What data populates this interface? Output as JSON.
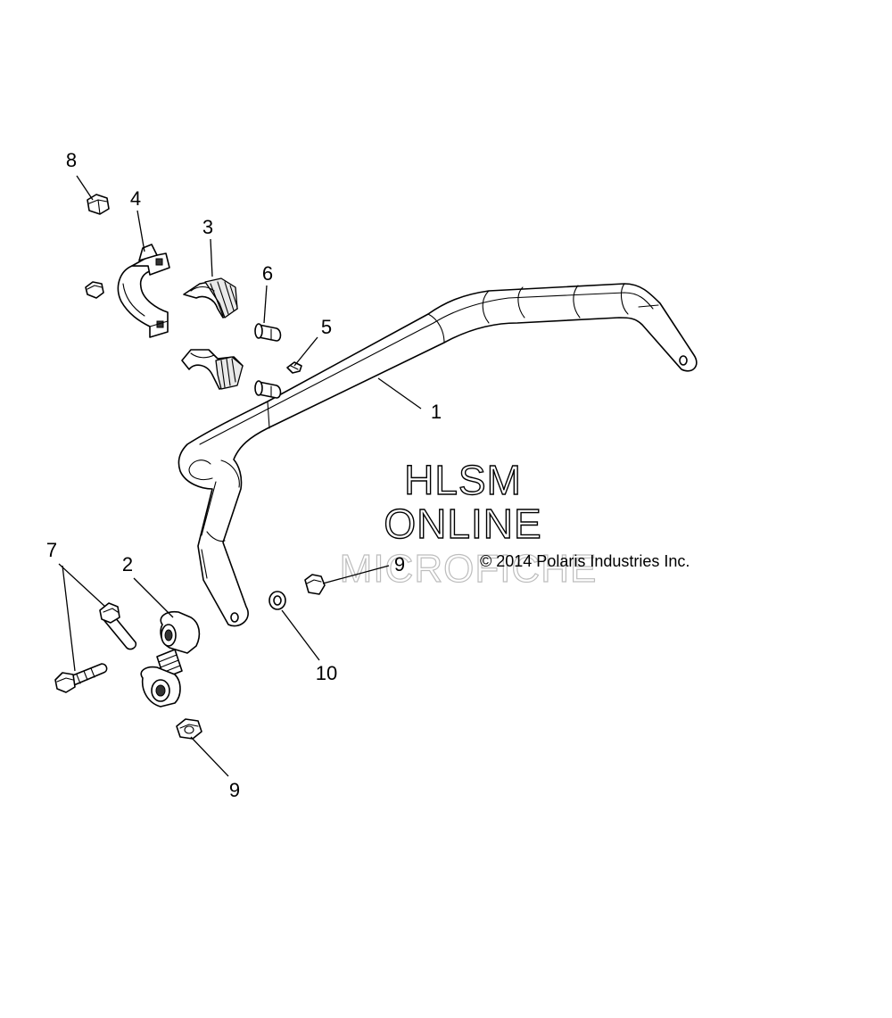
{
  "watermark": {
    "line1": "HLSM",
    "line2": "ONLINE",
    "line3": "MICROFICHE"
  },
  "copyright": "© 2014 Polaris Industries Inc.",
  "callouts": {
    "c1": "1",
    "c2": "2",
    "c3": "3",
    "c4": "4",
    "c5": "5",
    "c6": "6",
    "c7": "7",
    "c8": "8",
    "c9a": "9",
    "c9b": "9",
    "c10": "10"
  }
}
